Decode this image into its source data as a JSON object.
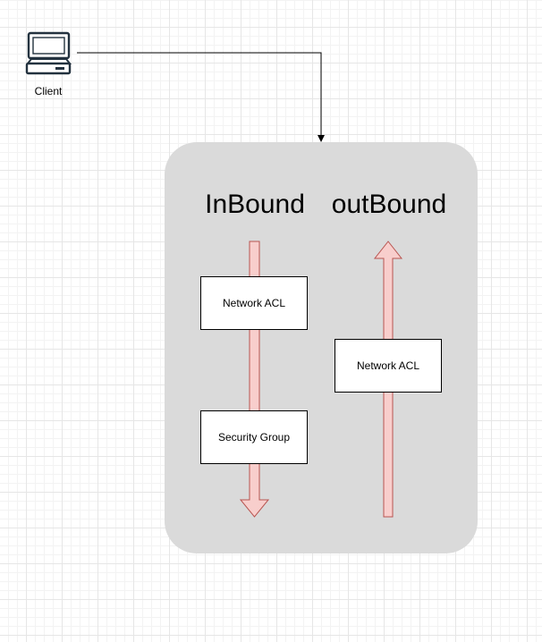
{
  "client": {
    "icon": "computer-icon",
    "label": "Client"
  },
  "container": {
    "fill": "#dadada"
  },
  "inbound": {
    "title": "InBound",
    "direction": "down",
    "boxes": [
      {
        "label": "Network ACL"
      },
      {
        "label": "Security Group"
      }
    ]
  },
  "outbound": {
    "title": "outBound",
    "direction": "up",
    "boxes": [
      {
        "label": "Network ACL"
      }
    ]
  },
  "colors": {
    "arrow_fill": "#f8cecc",
    "arrow_stroke": "#b85450",
    "connector": "#000000",
    "icon": "#23323f"
  }
}
